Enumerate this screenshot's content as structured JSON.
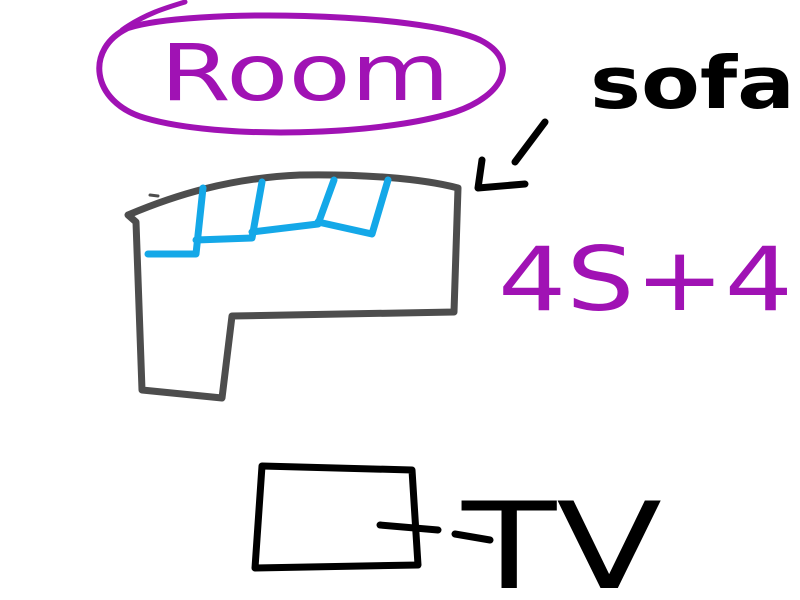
{
  "drawing": {
    "title_text": "Room",
    "sofa_label": "sofa",
    "middle_text": "4S+4",
    "tv_label": "TV"
  },
  "colors": {
    "background": "#ffffff",
    "title_purple": "#a012b4",
    "sofa_outline": "#4d4d4d",
    "cushions_blue": "#14a8e8",
    "ink_black": "#000000"
  }
}
